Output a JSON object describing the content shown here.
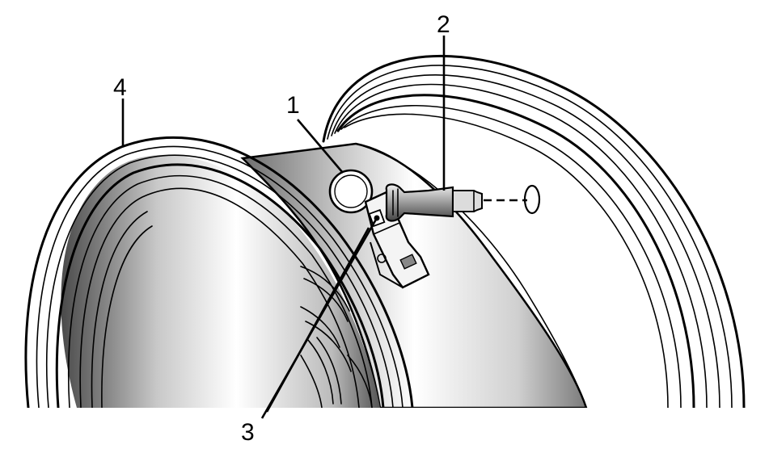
{
  "callouts": {
    "c1": "1",
    "c2": "2",
    "c3": "3",
    "c4": "4"
  },
  "colors": {
    "ink": "#000000",
    "background": "#ffffff",
    "shade_dark": "#8a8a8a",
    "shade_light": "#ffffff"
  },
  "parts": {
    "wheel_rim": "wheel-rim",
    "tpms_sensor": "tpms-sensor",
    "valve_stem": "valve-stem",
    "retaining_nut": "retaining-nut",
    "sensor_screw": "sensor-screw"
  }
}
